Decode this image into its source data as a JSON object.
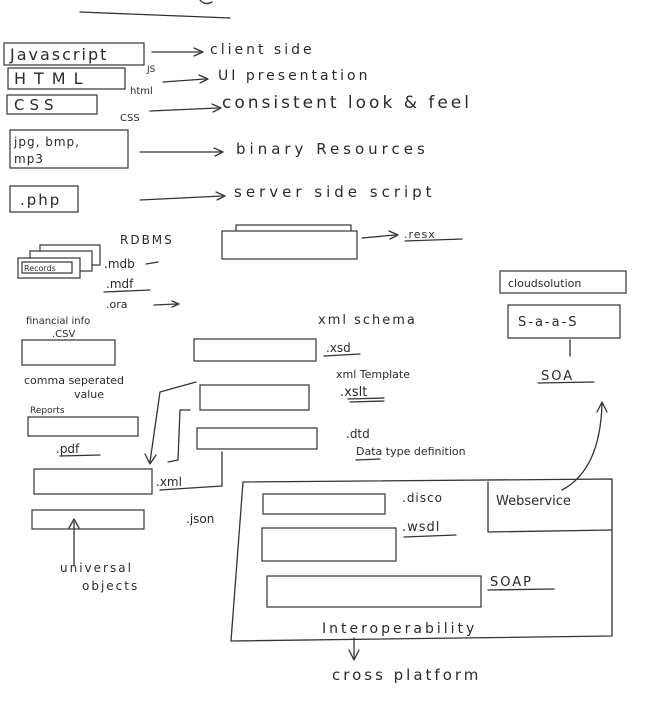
{
  "formats": {
    "javascript": {
      "label": "Javascript",
      "tag": "JS",
      "desc": "client side"
    },
    "html": {
      "label": "HTML",
      "tag": "html",
      "desc": "UI presentation"
    },
    "css": {
      "label": "CSS",
      "tag": "CSS",
      "desc": "consistent look & feel"
    },
    "binary": {
      "line1": "jpg, bmp,",
      "line2": "mp3",
      "desc": "binary Resources"
    },
    "php": {
      "label": ".php",
      "desc": "server side script"
    }
  },
  "resources": {
    "resx": ".resx",
    "rdbms": "RDBMS",
    "records": "Records",
    "mdb": ".mdb",
    "mdf": ".mdf",
    "ora": ".ora"
  },
  "cloud": {
    "solution": "cloudsolution",
    "saas": "S-a-a-S",
    "soa": "SOA"
  },
  "left": {
    "financial": "financial info",
    "csv": ".CSV",
    "comma1": "comma seperated",
    "comma2": "value",
    "reports": "Reports",
    "pdf": ".pdf",
    "universal1": "universal",
    "universal2": "objects"
  },
  "middle": {
    "xml": ".xml",
    "json": ".json",
    "xml_schema": "xml schema",
    "xsd": ".xsd",
    "xml_template": "xml Template",
    "xslt": ".xslt",
    "dtd": ".dtd",
    "dtd_def": "Data type definition"
  },
  "webservice": {
    "disco": ".disco",
    "wsdl": ".wsdl",
    "label": "Webservice",
    "soap": "SOAP",
    "interop": "Interoperability",
    "cross": "cross platform"
  }
}
